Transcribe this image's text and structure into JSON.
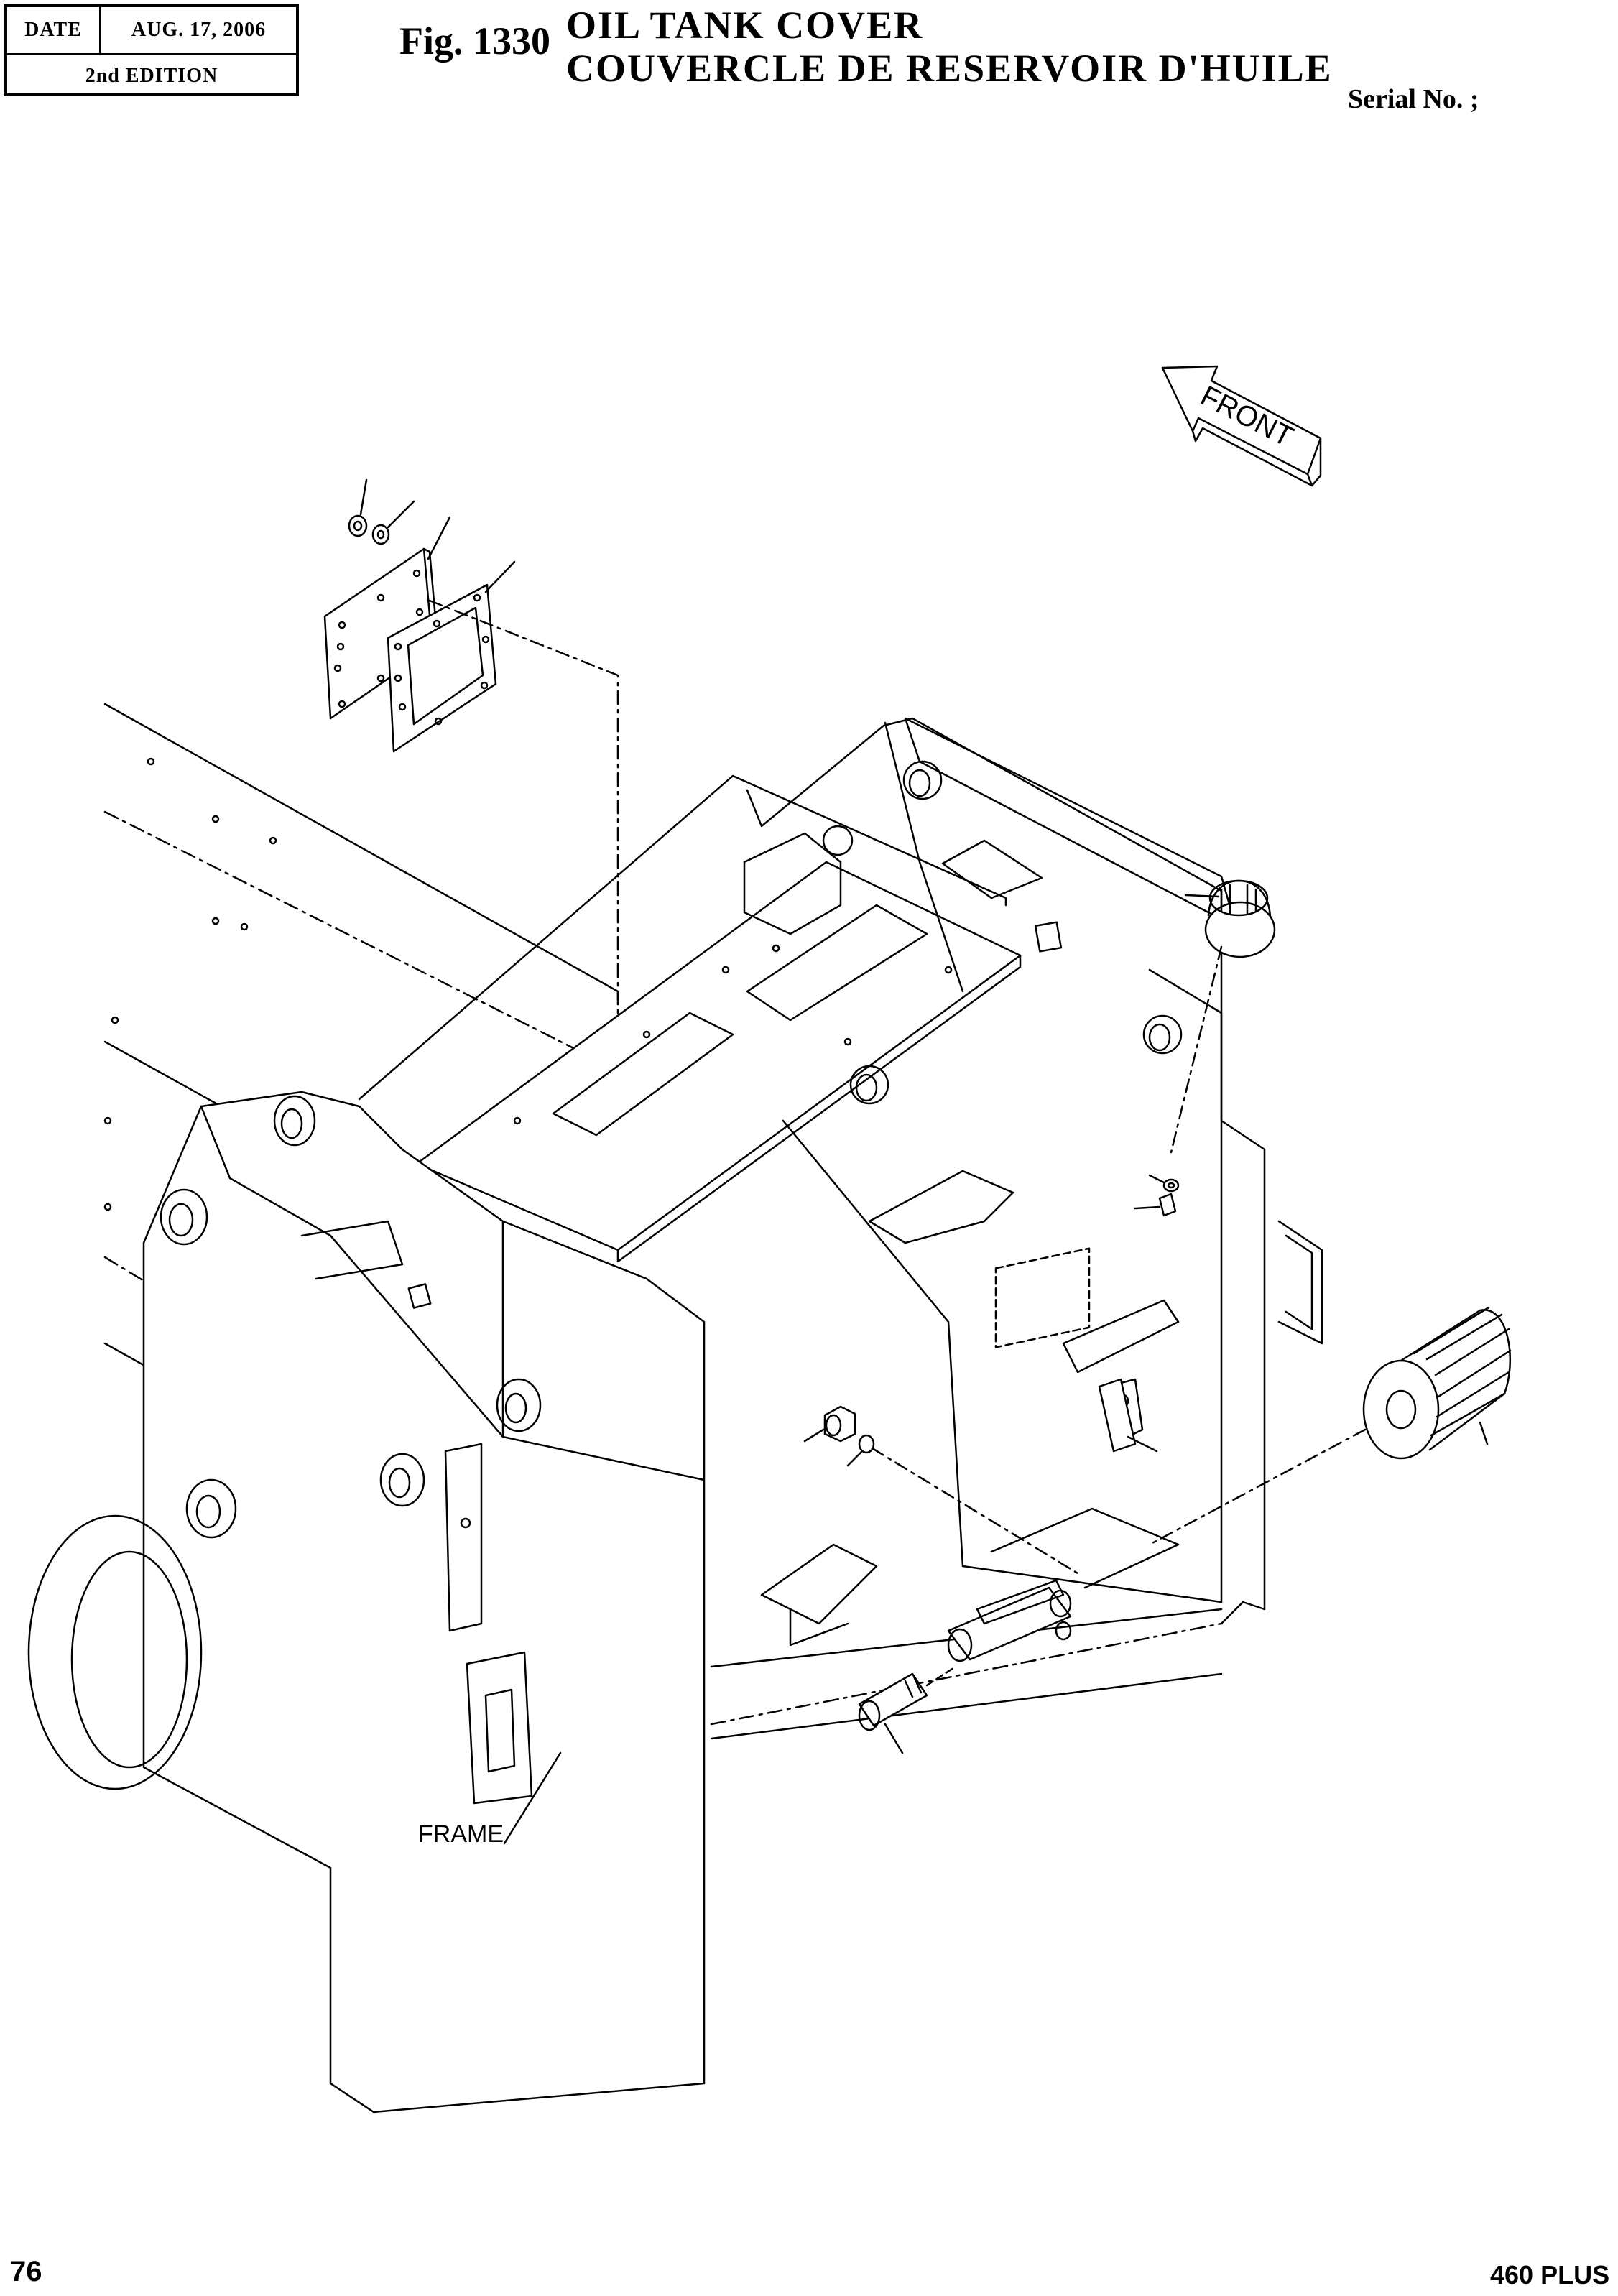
{
  "header": {
    "date_label": "DATE",
    "date_value": "AUG. 17, 2006",
    "edition": "2nd EDITION",
    "fig_label": "Fig. 1330",
    "title_en": "OIL TANK COVER",
    "title_fr": "COUVERCLE DE RESERVOIR D'HUILE",
    "serial": "Serial No. ;"
  },
  "diagram": {
    "front_arrow_label": "FRONT",
    "frame_label": "FRAME"
  },
  "footer": {
    "page_number": "76",
    "model": "460 PLUS"
  }
}
